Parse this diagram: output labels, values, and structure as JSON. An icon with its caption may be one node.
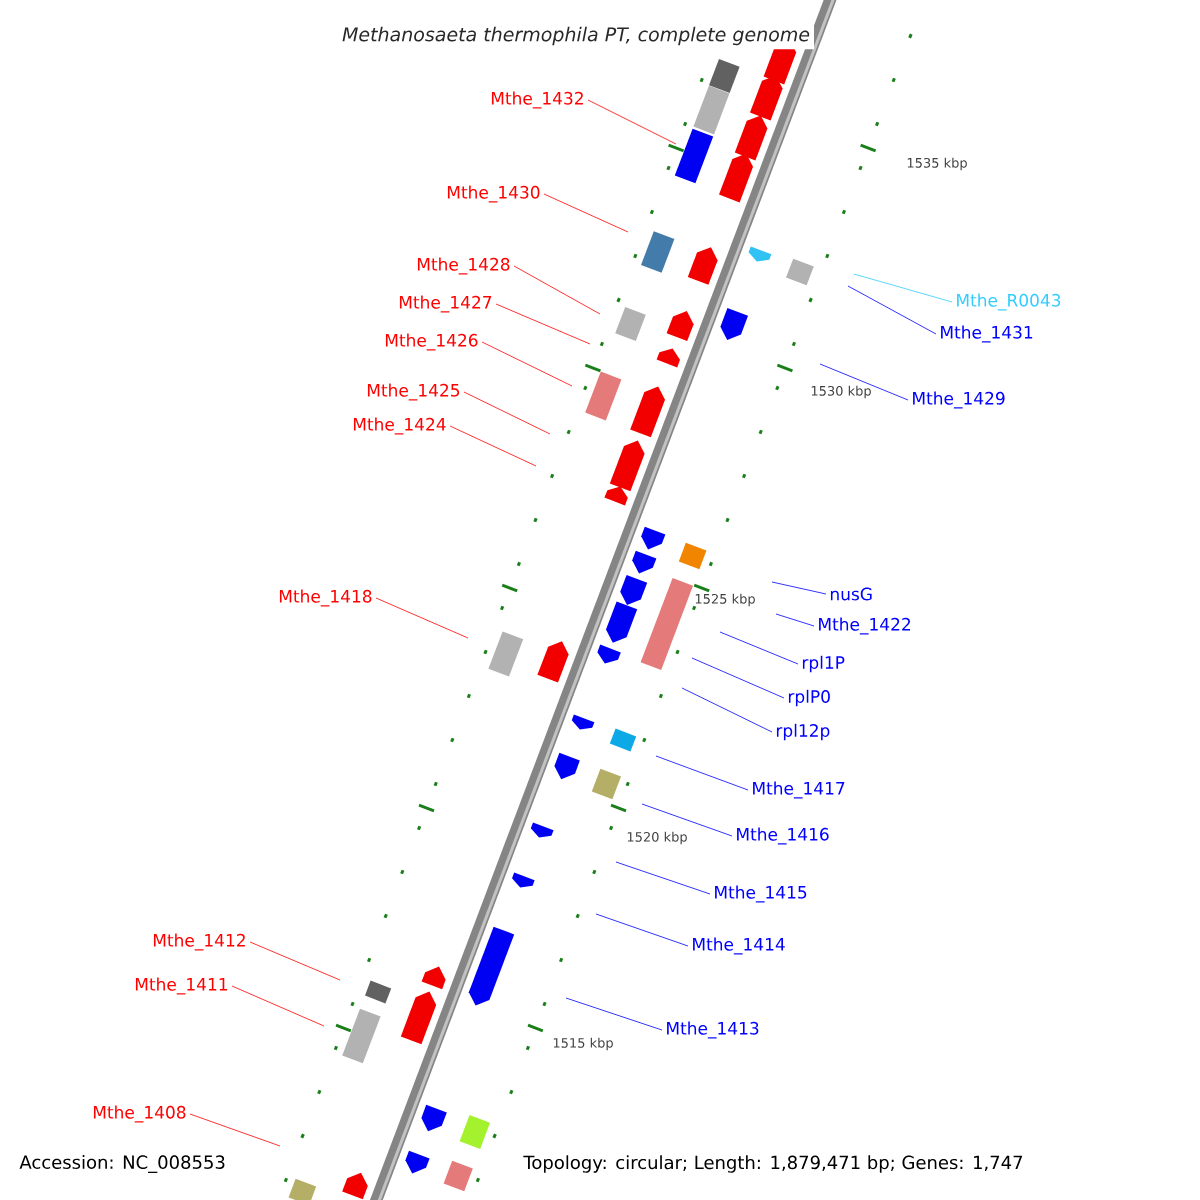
{
  "diagram": {
    "title": "Methanosaeta thermophila PT, complete genome",
    "nodes": [
      {
        "text": [
          "Mthe_1432"
        ]
      },
      {
        "text": [
          "Mthe_1430"
        ]
      },
      {
        "text": [
          "Mthe_R0043"
        ]
      },
      {
        "text": [
          "Mthe_1431"
        ]
      },
      {
        "text": [
          "Mthe_1428"
        ]
      },
      {
        "text": [
          "Mthe_1427"
        ]
      },
      {
        "text": [
          "Mthe_1426"
        ]
      },
      {
        "text": [
          "Mthe_1429"
        ]
      },
      {
        "text": [
          "Mthe_1425"
        ]
      },
      {
        "text": [
          "Mthe_1424"
        ]
      },
      {
        "text": [
          "nusG"
        ]
      },
      {
        "text": [
          "Mthe_1418"
        ]
      },
      {
        "text": [
          "Mthe_1422"
        ]
      },
      {
        "text": [
          "rpl1P"
        ]
      },
      {
        "text": [
          "rplP0"
        ]
      },
      {
        "text": [
          "rpl12p"
        ]
      },
      {
        "text": [
          "Mthe_1417"
        ]
      },
      {
        "text": [
          "Mthe_1416"
        ]
      },
      {
        "text": [
          "Mthe_1415"
        ]
      },
      {
        "text": [
          "Mthe_1414"
        ]
      },
      {
        "text": [
          "Mthe_1412"
        ]
      },
      {
        "text": [
          "Mthe_1411"
        ]
      },
      {
        "text": [
          "Mthe_1413"
        ]
      },
      {
        "text": [
          "Mthe_1408"
        ]
      }
    ],
    "edges": [
      {
        "from": 0,
        "to": null,
        "arrow": "none",
        "color": "#ff0000"
      },
      {
        "from": 1,
        "to": null,
        "arrow": "none",
        "color": "#ff0000"
      },
      {
        "from": 2,
        "to": null,
        "arrow": "none",
        "color": "#33ccff"
      },
      {
        "from": 3,
        "to": null,
        "arrow": "none",
        "color": "#0000ff"
      },
      {
        "from": 4,
        "to": null,
        "arrow": "none",
        "color": "#ff0000"
      },
      {
        "from": 5,
        "to": null,
        "arrow": "none",
        "color": "#ff0000"
      },
      {
        "from": 6,
        "to": null,
        "arrow": "none",
        "color": "#ff0000"
      },
      {
        "from": 7,
        "to": null,
        "arrow": "none",
        "color": "#0000ff"
      },
      {
        "from": 8,
        "to": null,
        "arrow": "none",
        "color": "#ff0000"
      },
      {
        "from": 9,
        "to": null,
        "arrow": "none",
        "color": "#ff0000"
      },
      {
        "from": 10,
        "to": null,
        "arrow": "none",
        "color": "#0000ff"
      },
      {
        "from": 11,
        "to": null,
        "arrow": "none",
        "color": "#ff0000"
      },
      {
        "from": 12,
        "to": null,
        "arrow": "none",
        "color": "#0000ff"
      },
      {
        "from": 13,
        "to": null,
        "arrow": "none",
        "color": "#0000ff"
      },
      {
        "from": 14,
        "to": null,
        "arrow": "none",
        "color": "#0000ff"
      },
      {
        "from": 15,
        "to": null,
        "arrow": "none",
        "color": "#0000ff"
      },
      {
        "from": 16,
        "to": null,
        "arrow": "none",
        "color": "#0000ff"
      },
      {
        "from": 17,
        "to": null,
        "arrow": "none",
        "color": "#0000ff"
      },
      {
        "from": 18,
        "to": null,
        "arrow": "none",
        "color": "#0000ff"
      },
      {
        "from": 19,
        "to": null,
        "arrow": "none",
        "color": "#0000ff"
      },
      {
        "from": 20,
        "to": null,
        "arrow": "none",
        "color": "#ff0000"
      },
      {
        "from": 21,
        "to": null,
        "arrow": "none",
        "color": "#ff0000"
      },
      {
        "from": 22,
        "to": null,
        "arrow": "none",
        "color": "#0000ff"
      },
      {
        "from": 23,
        "to": null,
        "arrow": "none",
        "color": "#ff0000"
      }
    ],
    "labels": [
      "1535 kbp",
      "1530 kbp",
      "1525 kbp",
      "1520 kbp",
      "1515 kbp",
      "Accession: NC_008553",
      "Topology: circular; Length: 1,879,471 bp; Genes: 1,747"
    ]
  }
}
